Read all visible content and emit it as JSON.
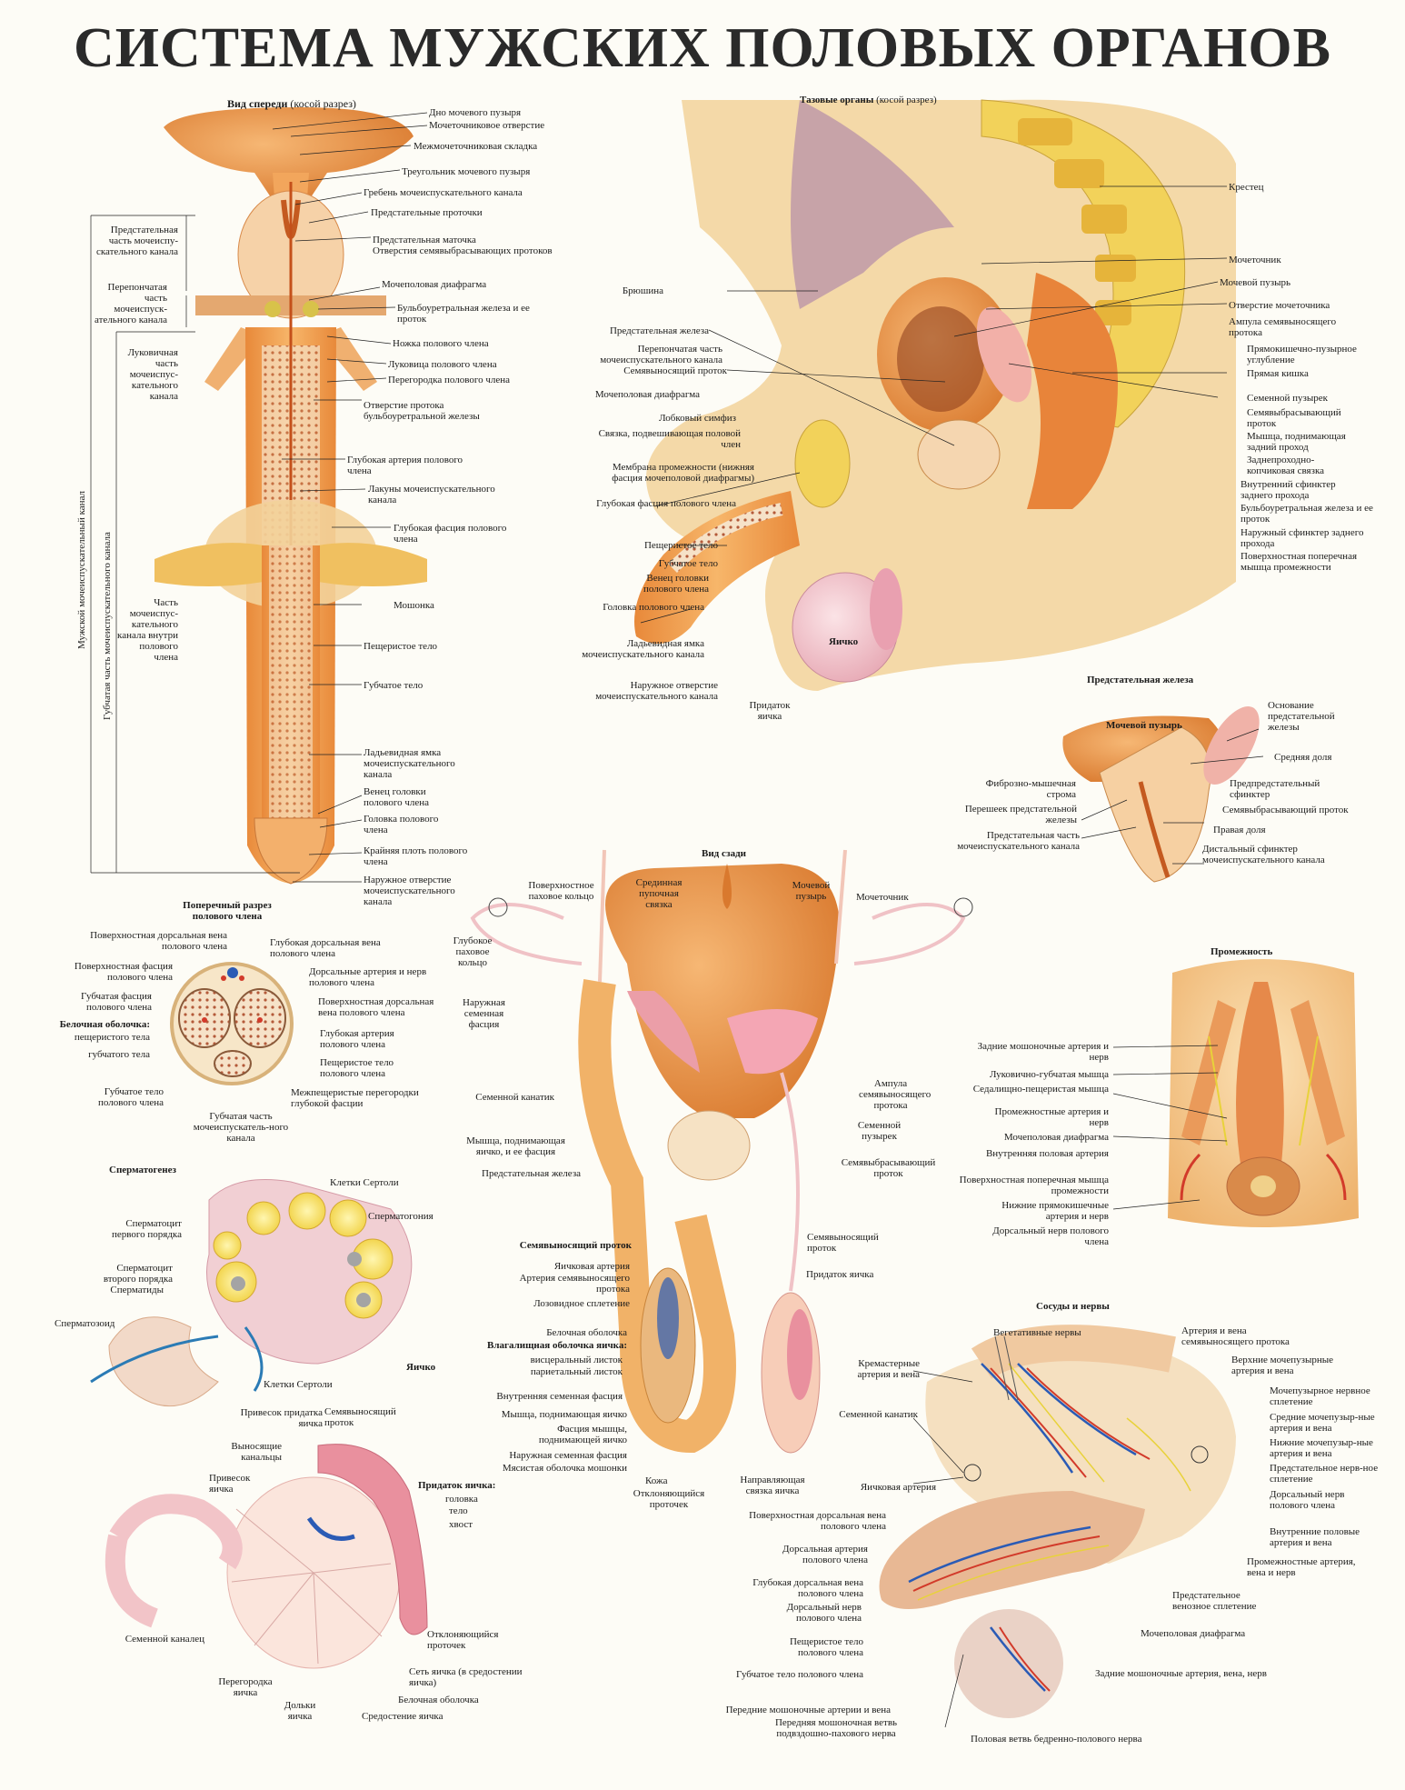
{
  "title": "СИСТЕМА МУЖСКИХ ПОЛОВЫХ ОРГАНОВ",
  "front": {
    "heading": "Вид спереди",
    "heading_note": "(косой разрез)",
    "right": [
      "Дно мочевого пузыря",
      "Мочеточниковое отверстие",
      "Межмочеточниковая складка",
      "Треугольник мочевого пузыря",
      "Гребень мочеиспускательного канала",
      "Предстательные проточки",
      "Предстательная маточка",
      "Отверстия семявыбрасывающих протоков",
      "Мочеполовая диафрагма",
      "Бульбоуретральная железа и ее проток",
      "Ножка полового члена",
      "Луковица полового члена",
      "Перегородка полового члена",
      "Отверстие протока бульбоуретральной железы",
      "Глубокая артерия полового члена",
      "Лакуны мочеиспускательного канала",
      "Глубокая фасция полового члена",
      "Мошонка",
      "Пещеристое тело",
      "Губчатое тело",
      "Ладьевидная ямка мочеиспускательного канала",
      "Венец головки полового члена",
      "Головка полового члена",
      "Крайняя плоть полового члена",
      "Наружное отверстие мочеиспускательного канала"
    ],
    "left": [
      "Предстательная часть мочеиспу-скательного канала",
      "Перепончатая часть мочеиспуск-ательного канала",
      "Луковичная часть мочеиспус-кательного канала",
      "Часть мочеиспус-кательного канала внутри полового члена"
    ],
    "vertical_1": "Мужской мочеиспускательный канал",
    "vertical_2": "Губчатая часть мочеиспускательного канала"
  },
  "pelvic": {
    "heading": "Тазовые органы",
    "heading_note": "(косой разрез)",
    "right": [
      "Крестец",
      "Мочеточник",
      "Мочевой пузырь",
      "Отверстие мочеточника",
      "Ампула семявыносящего протока",
      "Прямокишечно-пузырное углубление",
      "Прямая кишка",
      "Семенной пузырек",
      "Семявыбрасывающий проток",
      "Мышца, поднимающая задний проход",
      "Заднепроходно-копчиковая связка",
      "Внутренний сфинктер заднего прохода",
      "Бульбоуретральная железа и ее проток",
      "Наружный сфинктер заднего прохода",
      "Поверхностная поперечная мышца промежности"
    ],
    "left": [
      "Брюшина",
      "Предстательная железа",
      "Перепончатая часть мочеиспускательного канала",
      "Семявыносящий проток",
      "Мочеполовая диафрагма",
      "Лобковый симфиз",
      "Связка, подвешивающая половой член",
      "Мембрана промежности (нижняя фасция мочеполовой диафрагмы)",
      "Глубокая фасция полового члена",
      "Пещеристое тело",
      "Губчатое тело",
      "Венец головки полового члена",
      "Головка полового члена",
      "Ладьевидная ямка мочеиспускательного канала",
      "Наружное отверстие мочеиспускательного канала"
    ],
    "testis": "Яичко",
    "epididymis": "Придаток яичка"
  },
  "prostate": {
    "heading": "Предстательная железа",
    "bladder": "Мочевой пузырь",
    "labels": [
      "Основание предстательной железы",
      "Средняя доля",
      "Фиброзно-мышечная строма",
      "Предпредстательный сфинктер",
      "Перешеек предстательной железы",
      "Семявыбрасывающий проток",
      "Правая доля",
      "Предстательная часть мочеиспускательного канала",
      "Дистальный сфинктер мочеиспускательного канала"
    ]
  },
  "cross": {
    "heading": "Поперечный разрез полового члена",
    "left": [
      "Поверхностная дорсальная вена полового члена",
      "Поверхностная фасция полового члена",
      "Губчатая фасция полового члена",
      "Белочная оболочка:",
      "пещеристого тела",
      "губчатого тела",
      "Губчатое тело полового члена"
    ],
    "right": [
      "Глубокая дорсальная вена полового члена",
      "Дорсальные артерия и нерв полового члена",
      "Поверхностная дорсальная вена полового члена",
      "Глубокая артерия полового члена",
      "Пещеристое тело полового члена",
      "Межпещеристые перегородки глубокой фасции"
    ],
    "bottom": "Губчатая часть мочеиспускатель-ного канала"
  },
  "back": {
    "heading": "Вид сзади",
    "labels": [
      "Поверхностное паховое кольцо",
      "Срединная пупочная связка",
      "Мочевой пузырь",
      "Мочеточник",
      "Глубокое паховое кольцо",
      "Наружная семенная фасция",
      "Ампула семявыносящего протока",
      "Семенной пузырек",
      "Семявыбрасывающий проток",
      "Семенной канатик",
      "Мышца, поднимающая яичко, и ее фасция",
      "Предстательная железа",
      "Семявыносящий проток",
      "Придаток яичка",
      "Яичковая артерия",
      "Артерия семявыносящего протока",
      "Лозовидное сплетение",
      "Белочная оболочка",
      "Влагалищная оболочка яичка:",
      "висцеральный листок",
      "париетальный листок",
      "Внутренняя семенная фасция",
      "Мышца, поднимающая яичко",
      "Фасция мышцы, поднимающей яичко",
      "Наружная семенная фасция",
      "Мясистая оболочка мошонки",
      "Кожа",
      "Направляющая связка яичка",
      "Отклоняющийся проточек"
    ]
  },
  "perineum": {
    "heading": "Промежность",
    "labels": [
      "Задние мошоночные артерия и нерв",
      "Луковично-губчатая мышца",
      "Седалищно-пещеристая мышца",
      "Промежностные артерия и нерв",
      "Мочеполовая диафрагма",
      "Внутренняя половая артерия",
      "Поверхностная поперечная мышца промежности",
      "Нижние прямокишечные артерия и нерв",
      "Дорсальный нерв полового члена"
    ]
  },
  "sperm": {
    "heading": "Сперматогенез",
    "labels": [
      "Клетки Сертоли",
      "Сперматогония",
      "Сперматоцит первого порядка",
      "Сперматоцит второго порядка",
      "Сперматиды",
      "Сперматозоид",
      "Клетки Сертоли"
    ]
  },
  "testis": {
    "heading": "Яичко",
    "labels": [
      "Семявыносящий проток",
      "Привесок придатка яичка",
      "Выносящие канальцы",
      "Привесок яичка",
      "Придаток яичка:",
      "головка",
      "тело",
      "хвост",
      "Семенной каналец",
      "Отклоняющийся проточек",
      "Сеть яичка (в средостении яичка)",
      "Перегородка яичка",
      "Дольки яичка",
      "Белочная оболочка",
      "Средостение яичка"
    ]
  },
  "vessels": {
    "heading": "Сосуды и нервы",
    "labels": [
      "Вегетативные нервы",
      "Артерия и вена семявыносящего протока",
      "Кремастерные артерия и вена",
      "Верхние мочепузырные артерия и вена",
      "Семенной канатик",
      "Мочепузырное нервное сплетение",
      "Средние мочепузыр-ные артерия и вена",
      "Нижние мочепузыр-ные артерия и вена",
      "Предстательное нерв-ное сплетение",
      "Яичковая артерия",
      "Дорсальный нерв полового члена",
      "Внутренние половые артерия и вена",
      "Поверхностная дорсальная вена полового члена",
      "Промежностные артерия, вена и нерв",
      "Дорсальная артерия полового члена",
      "Предстательное венозное сплетение",
      "Глубокая дорсальная вена полового члена",
      "Дорсальный нерв полового члена",
      "Мочеполовая диафрагма",
      "Пещеристое тело полового члена",
      "Губчатое тело полового члена",
      "Задние мошоночные артерия, вена, нерв",
      "Передние мошоночные артерии и вена",
      "Передняя мошоночная ветвь подвздошно-пахового нерва",
      "Половая ветвь бедренно-полового нерва"
    ]
  },
  "colors": {
    "skin": "#f6c07a",
    "organ": "#f0a050",
    "bone": "#f2d25a",
    "artery": "#d23a2a",
    "vein": "#2b5bb5",
    "nerve": "#e8d23a",
    "pink": "#e9a0b0"
  }
}
